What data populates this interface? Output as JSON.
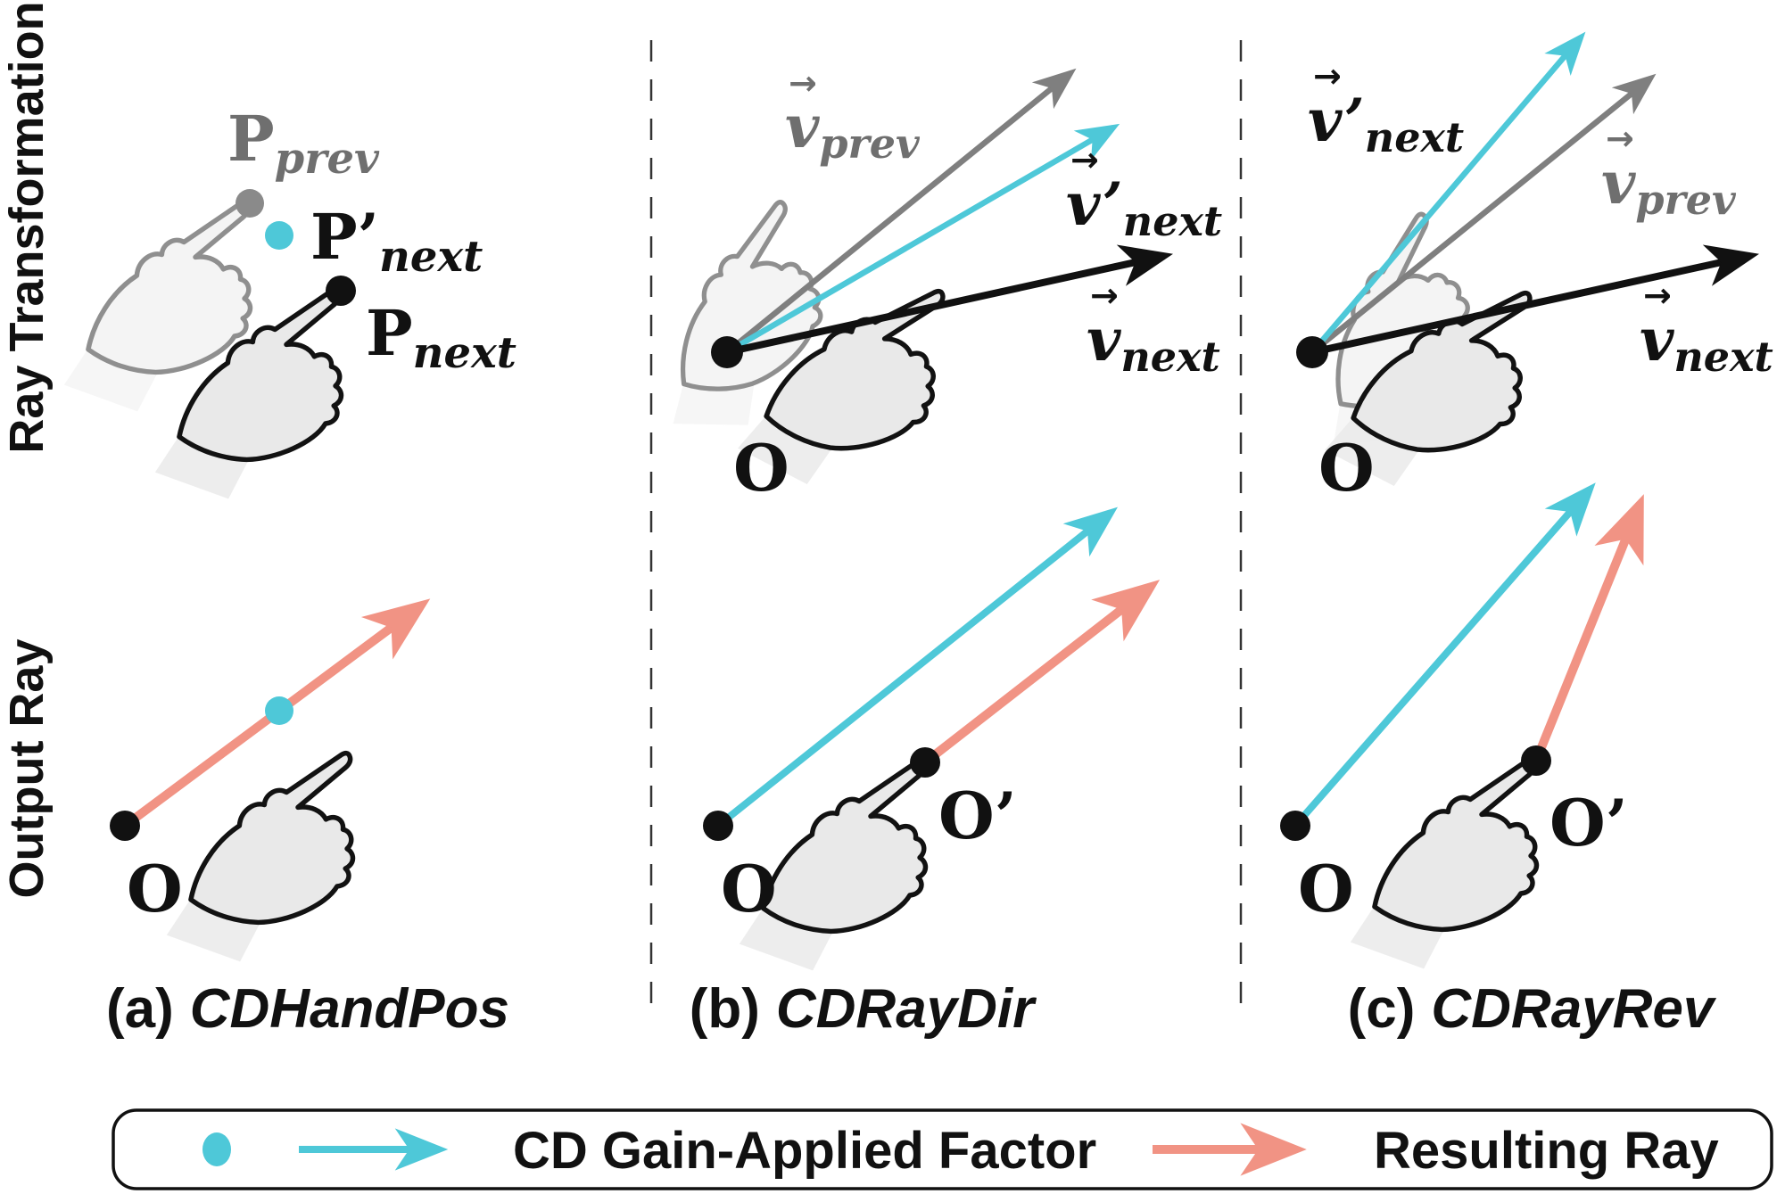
{
  "fig": {
    "row_labels": {
      "transformation": "Ray Transformation",
      "output": "Output Ray"
    },
    "arrow_glyph": "→",
    "panels": {
      "a": {
        "tag": "(a)",
        "name": "CDHandPos",
        "p_prev": {
          "main": "P",
          "sub": "prev"
        },
        "p_next_gained": {
          "main": "P’",
          "sub": "next"
        },
        "p_next": {
          "main": "P",
          "sub": "next"
        },
        "origin": "O"
      },
      "b": {
        "tag": "(b)",
        "name": "CDRayDir",
        "v_prev": {
          "main": "v",
          "sub": "prev"
        },
        "v_next_gained": {
          "main": "v’",
          "sub": "next"
        },
        "v_next": {
          "main": "v",
          "sub": "next"
        },
        "origin": "O",
        "origin_gained": "O’"
      },
      "c": {
        "tag": "(c)",
        "name": "CDRayRev",
        "v_prev": {
          "main": "v",
          "sub": "prev"
        },
        "v_next_gained": {
          "main": "v’",
          "sub": "next"
        },
        "v_next": {
          "main": "v",
          "sub": "next"
        },
        "origin": "O",
        "origin_gained": "O’"
      }
    },
    "legend": {
      "gain": "CD Gain-Applied Factor",
      "resulting": "Resulting Ray"
    },
    "colors": {
      "gain_cyan": "#4ec8d8",
      "resulting_salmon": "#f19384",
      "prev_gray": "#7f7f7f",
      "next_black": "#111111"
    }
  }
}
